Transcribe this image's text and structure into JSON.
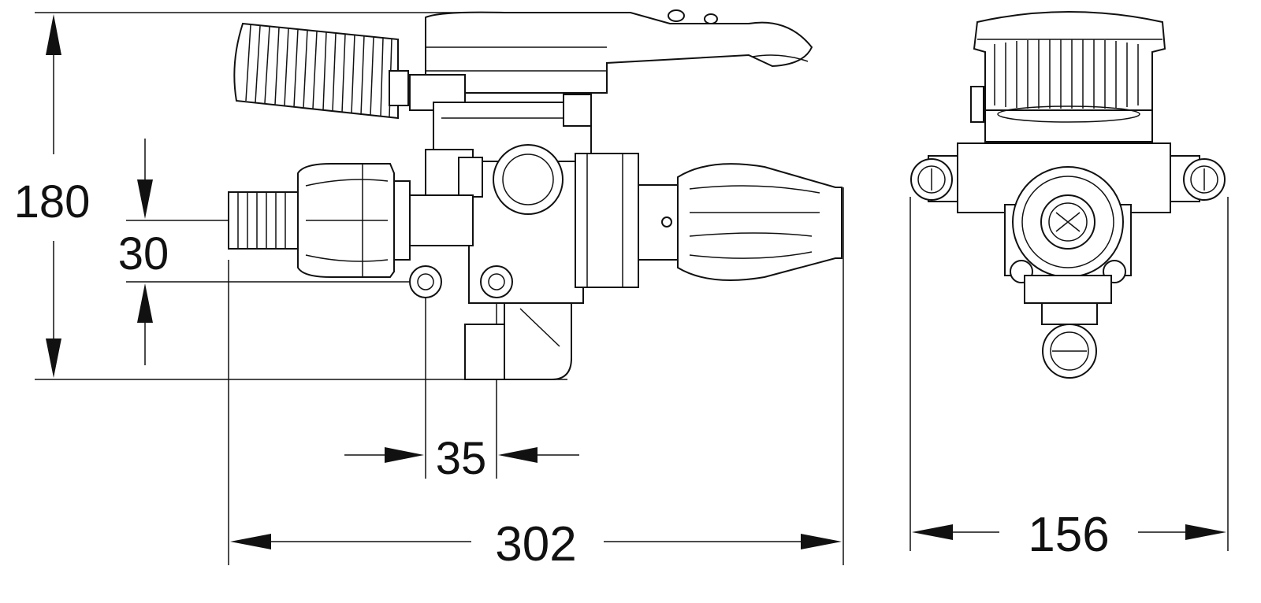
{
  "drawing": {
    "dimensions": {
      "overall_height": "180",
      "inlet_offset": "30",
      "port_spacing": "35",
      "overall_length": "302",
      "overall_width": "156"
    }
  }
}
